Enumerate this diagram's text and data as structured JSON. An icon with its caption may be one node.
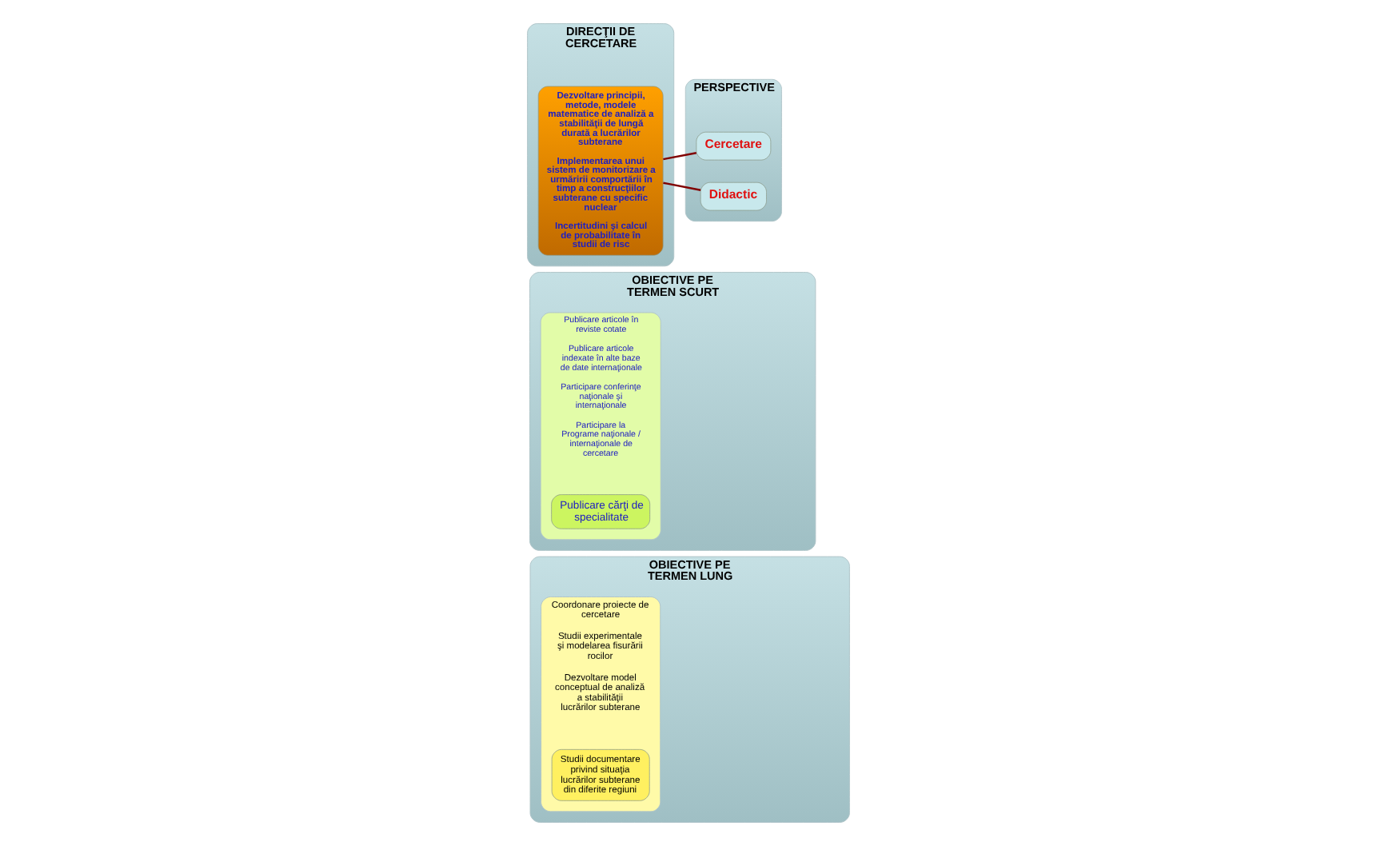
{
  "diagram": {
    "nodes": [
      {
        "text": [
          "DIRECŢII DE CERCETARE"
        ]
      },
      {
        "text": [
          "Dezvoltare principii, metode, modele matematice de analiză a stabilităţii de lungă durată a lucrărilor subterane",
          "Implementarea unui sistem de monitorizare a urmăririi comportării în timp a construcţiilor subterane cu specific nuclear",
          "Incertitudini şi calcul de probabilitate în studii de risc"
        ],
        "in": 0
      },
      {
        "text": [
          "PERSPECTIVE"
        ]
      },
      {
        "text": [
          "Cercetare"
        ],
        "in": 2
      },
      {
        "text": [
          "Didactic"
        ],
        "in": 2
      },
      {
        "text": [
          "OBIECTIVE PE TERMEN SCURT"
        ]
      },
      {
        "text": [
          "Publicare articole în reviste cotate",
          "Publicare articole indexate în alte baze de date internaţionale",
          "Participare conferinţe naţionale şi internaţionale",
          "Participare la Programe naţionale / internaţionale de cercetare"
        ],
        "in": 5
      },
      {
        "text": [
          "Publicare cărţi de specialitate"
        ],
        "in": 6
      },
      {
        "text": [
          "OBIECTIVE PE TERMEN LUNG"
        ]
      },
      {
        "text": [
          "Coordonare proiecte de cercetare",
          "Studii experimentale şi modelarea fisurării rocilor",
          "Dezvoltare model conceptual de analiză a stabilităţii lucrărilor subterane"
        ],
        "in": 8
      },
      {
        "text": [
          "Studii documentare privind situaţia lucrărilor subterane din diferite regiuni"
        ],
        "in": 9
      }
    ],
    "edges": [
      {
        "from": 1,
        "to": 3,
        "arrow": "none"
      },
      {
        "from": 1,
        "to": 4,
        "arrow": "none"
      }
    ]
  }
}
